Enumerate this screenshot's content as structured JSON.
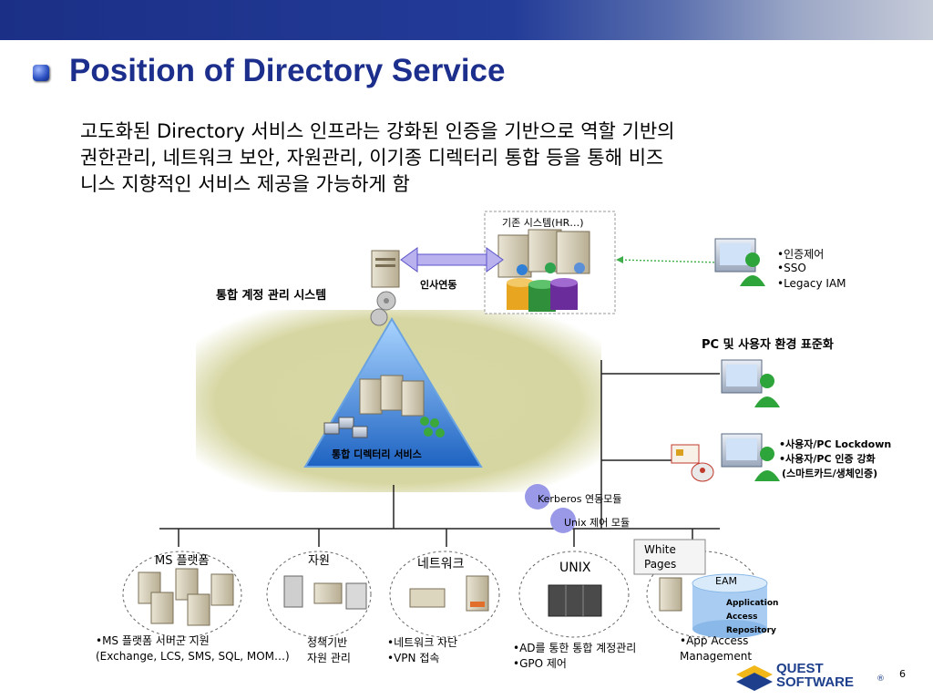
{
  "slide": {
    "title": "Position of Directory Service",
    "intro": "고도화된 Directory 서비스 인프라는 강화된 인증을 기반으로 역할 기반의\n권한관리, 네트워크 보안, 자원관리, 이기종 디렉터리 통합 등을 통해 비즈\n니스 지향적인 서비스 제공을 가능하게 함",
    "page_number": "6"
  },
  "diagram": {
    "legacy_system_label": "기존 시스템(HR…)",
    "integration_label": "인사연동",
    "integrated_account_label": "통합 계정 관리 시스템",
    "directory_service_label": "통합 디렉터리 서비스",
    "auth_features": [
      "•인증제어",
      "•SSO",
      "•Legacy IAM"
    ],
    "pc_standardization_label": "PC 및 사용자 환경 표준화",
    "lockdown_features": [
      "•사용자/PC Lockdown",
      "•사용자/PC 인증 강화",
      "(스마트카드/생체인증)"
    ],
    "kerberos_label": "Kerberos 연동모듈",
    "unix_module_label": "Unix 제어 모듈",
    "white_pages_label": "White\nPages",
    "eam_label": "EAM",
    "repository_label": "Application\nAccess\nRepository",
    "groups": {
      "ms": {
        "title": "MS 플랫폼",
        "desc": "•MS 플랫폼 서버군 지원\n(Exchange, LCS, SMS, SQL, MOM…)"
      },
      "resource": {
        "title": "자원",
        "desc": "정책기반\n자원 관리"
      },
      "network": {
        "title": "네트워크",
        "desc": "•네트워크 차단\n•VPN 접속"
      },
      "unix": {
        "title": "UNIX",
        "desc": "•AD를 통한 통합 계정관리\n•GPO 제어"
      },
      "eam": {
        "desc": "•App Access\nManagement"
      }
    }
  },
  "logo": {
    "line1": "QUEST",
    "line2": "SOFTWARE",
    "mark": "®"
  },
  "colors": {
    "title": "#1d2f8c",
    "banner": "#1f358f",
    "triangle": "#1f6bc8",
    "field": "#d8d8a6"
  }
}
